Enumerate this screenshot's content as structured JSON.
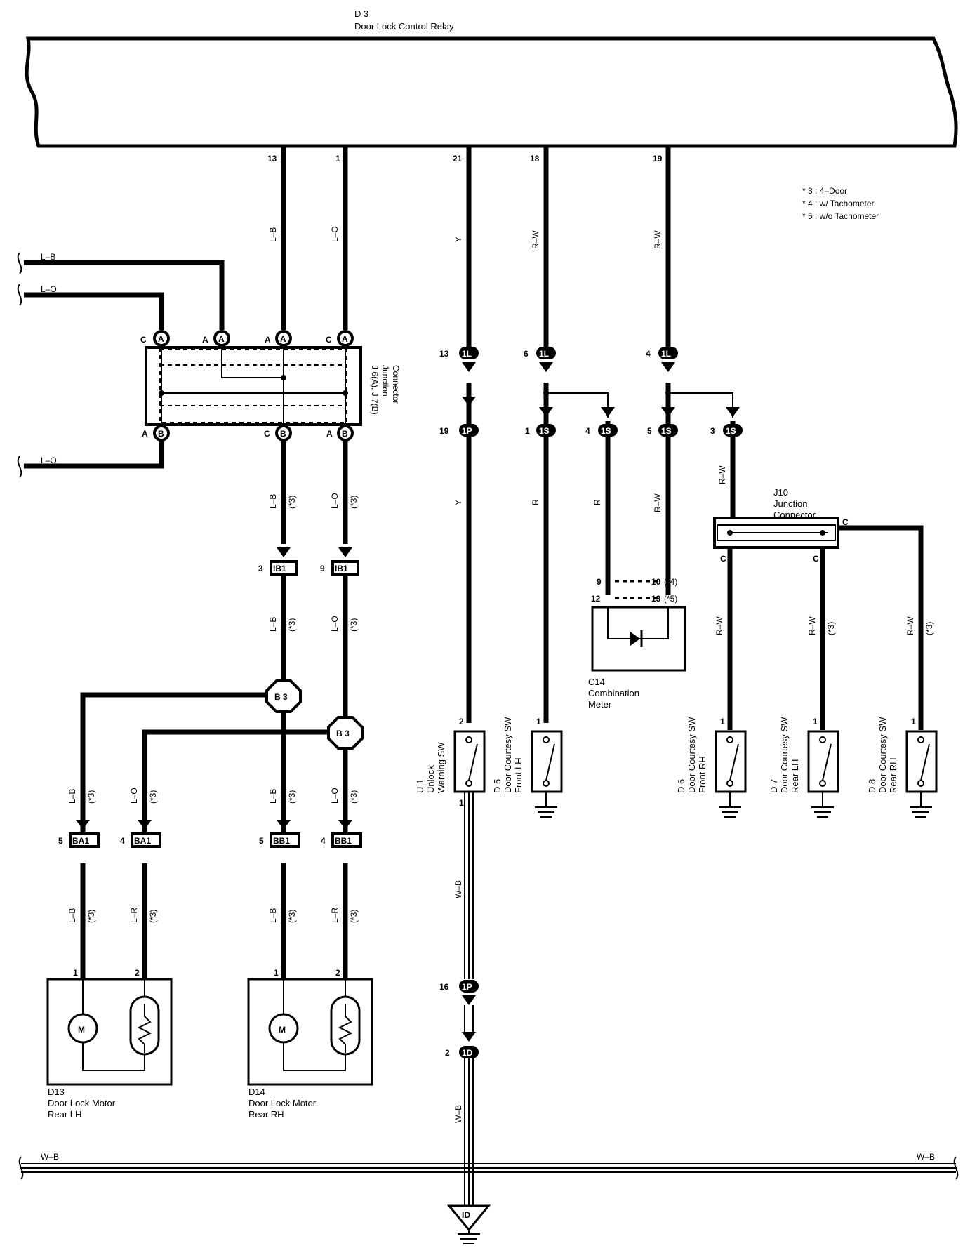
{
  "relay": {
    "id": "D 3",
    "name": "Door Lock Control Relay"
  },
  "notes": [
    "* 3 : 4–Door",
    "* 4 : w/ Tachometer",
    "* 5 : w/o Tachometer"
  ],
  "relay_pins": [
    "13",
    "1",
    "21",
    "18",
    "19"
  ],
  "wires": {
    "lb": "L–B",
    "lo": "L–O",
    "lr": "L–R",
    "y": "Y",
    "rw": "R–W",
    "r": "R",
    "wb": "W–B",
    "note3": "(*3)",
    "note4": "(*4)",
    "note5": "(*5)"
  },
  "junction_j6j7": {
    "name": "J 6(A), J 7(B)",
    "sub1": "Junction",
    "sub2": "Connector",
    "top_pins": [
      "C",
      "A",
      "A",
      "A",
      "A",
      "A",
      "C",
      "A"
    ],
    "bot_pins": [
      "A",
      "B",
      "C",
      "B",
      "A",
      "B"
    ]
  },
  "connectors_1l": {
    "code": "1L",
    "pins": [
      "13",
      "6",
      "4"
    ]
  },
  "connectors_1p": {
    "code": "1P",
    "pin_a": "19",
    "pin_b": "16"
  },
  "connectors_1s": {
    "code": "1S",
    "pins": [
      "1",
      "4",
      "5",
      "3"
    ]
  },
  "connector_1d": {
    "code": "1D",
    "pin": "2"
  },
  "ib1": {
    "code": "IB1",
    "pins": [
      "3",
      "9"
    ]
  },
  "ba1": {
    "code": "BA1",
    "pins": [
      "5",
      "4"
    ]
  },
  "bb1": {
    "code": "BB1",
    "pins": [
      "5",
      "4"
    ]
  },
  "b3": "B 3",
  "j10": {
    "name": "J10",
    "sub1": "Junction",
    "sub2": "Connector",
    "pin": "C"
  },
  "meter": {
    "id": "C14",
    "name1": "Combination",
    "name2": "Meter",
    "pins": [
      "9",
      "10",
      "12",
      "13"
    ]
  },
  "motors": [
    {
      "id": "D13",
      "name1": "Door Lock Motor",
      "name2": "Rear LH",
      "pins": [
        "1",
        "2"
      ],
      "m": "M"
    },
    {
      "id": "D14",
      "name1": "Door Lock Motor",
      "name2": "Rear RH",
      "pins": [
        "1",
        "2"
      ],
      "m": "M"
    }
  ],
  "switches": [
    {
      "id": "U 1",
      "l1": "Unlock",
      "l2": "Warning SW",
      "pins": [
        "2",
        "1"
      ]
    },
    {
      "id": "D 5",
      "l1": "Door Courtesy SW",
      "l2": "Front LH",
      "pins": [
        "1"
      ]
    },
    {
      "id": "D 6",
      "l1": "Door Courtesy SW",
      "l2": "Front RH",
      "pins": [
        "1"
      ]
    },
    {
      "id": "D 7",
      "l1": "Door Courtesy SW",
      "l2": "Rear LH",
      "pins": [
        "1"
      ]
    },
    {
      "id": "D 8",
      "l1": "Door Courtesy SW",
      "l2": "Rear RH",
      "pins": [
        "1"
      ]
    }
  ],
  "ground": {
    "code": "ID"
  }
}
